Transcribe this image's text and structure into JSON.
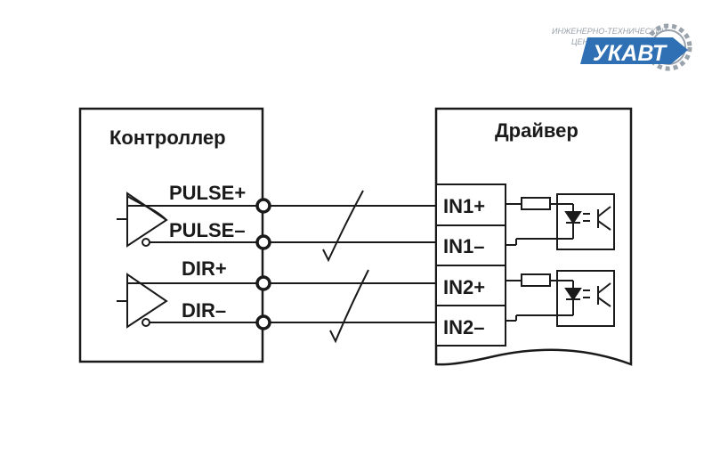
{
  "logo": {
    "line1": "ИНЖЕНЕРНО-ТЕХНИЧЕСКИЙ",
    "line2": "ЦЕНТР",
    "brand": "УКАВТ",
    "colors": {
      "blue": "#2f6fb3",
      "gray": "#9aa2ab"
    }
  },
  "controller": {
    "title": "Контроллер",
    "pins": [
      "PULSE+",
      "PULSE–",
      "DIR+",
      "DIR–"
    ]
  },
  "driver": {
    "title": "Драйвер",
    "pins": [
      "IN1+",
      "IN1–",
      "IN2+",
      "IN2–"
    ]
  }
}
